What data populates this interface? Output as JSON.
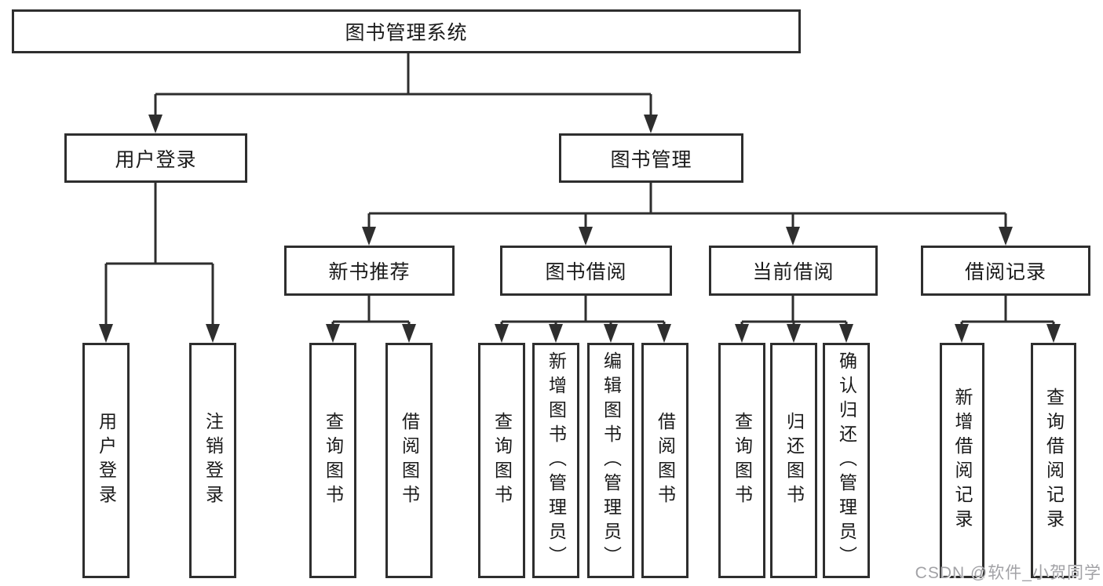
{
  "diagram": {
    "root": "图书管理系统",
    "level2": [
      "用户登录",
      "图书管理"
    ],
    "level3": [
      "新书推荐",
      "图书借阅",
      "当前借阅",
      "借阅记录"
    ],
    "leaves": [
      "用户登录",
      "注销登录",
      "查询图书",
      "借阅图书",
      "查询图书",
      "新增图书（管理员）",
      "编辑图书（管理员）",
      "借阅图书",
      "查询图书",
      "归还图书",
      "确认归还（管理员）",
      "新增借阅记录",
      "查询借阅记录"
    ]
  },
  "watermark": {
    "text": "CSDN @软件_小贺同学"
  },
  "colors": {
    "line": "#2e2e2e",
    "text": "#1a1a1a",
    "watermark": "#a2a2a6",
    "background": "#ffffff"
  }
}
